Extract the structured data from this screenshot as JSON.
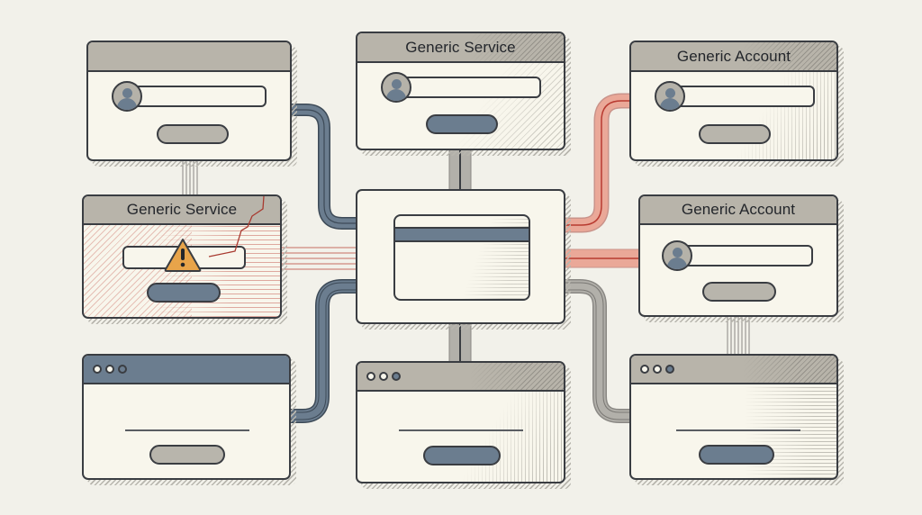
{
  "diagram": {
    "theme": {
      "background": "#f2f1ea",
      "window_fill": "#f8f6ec",
      "titlebar_gray": "#b8b4aa",
      "accent_blue": "#6b7d8f",
      "connector_red": "#e8a898",
      "connector_red_core": "#b83a30",
      "connector_gray": "#a8a6a0",
      "warning_orange": "#e8a44a"
    },
    "windows": {
      "top_left": {
        "title": "",
        "has_avatar": true,
        "button_style": "gray"
      },
      "top_center": {
        "title": "Generic Service",
        "has_avatar": true,
        "button_style": "blue"
      },
      "top_right": {
        "title": "Generic Account",
        "has_avatar": true,
        "button_style": "gray"
      },
      "mid_left": {
        "title": "Generic Service",
        "status": "warning",
        "icon": "warning-triangle-icon",
        "button_style": "blue"
      },
      "center": {
        "title": "",
        "icon": "credit-card-icon"
      },
      "mid_right": {
        "title": "Generic Account",
        "has_avatar": true,
        "button_style": "gray"
      },
      "bottom_left": {
        "title": "",
        "titlebar_style": "blue",
        "button_style": "gray"
      },
      "bottom_center": {
        "title": "",
        "titlebar_style": "gray",
        "button_style": "blue"
      },
      "bottom_right": {
        "title": "",
        "titlebar_style": "gray",
        "button_style": "blue"
      }
    },
    "connections": [
      {
        "from": "top_left",
        "to": "center",
        "style": "blue"
      },
      {
        "from": "top_right",
        "to": "center",
        "style": "red"
      },
      {
        "from": "mid_left",
        "to": "center",
        "style": "red-broken"
      },
      {
        "from": "mid_right",
        "to": "center",
        "style": "red"
      },
      {
        "from": "bottom_left",
        "to": "center",
        "style": "blue"
      },
      {
        "from": "bottom_right",
        "to": "center",
        "style": "gray"
      },
      {
        "from": "top_center",
        "to": "center",
        "style": "gray"
      },
      {
        "from": "bottom_center",
        "to": "center",
        "style": "gray"
      },
      {
        "from": "top_left",
        "to": "mid_left",
        "style": "thin-gray"
      },
      {
        "from": "mid_right",
        "to": "bottom_right",
        "style": "thin-gray"
      }
    ]
  }
}
